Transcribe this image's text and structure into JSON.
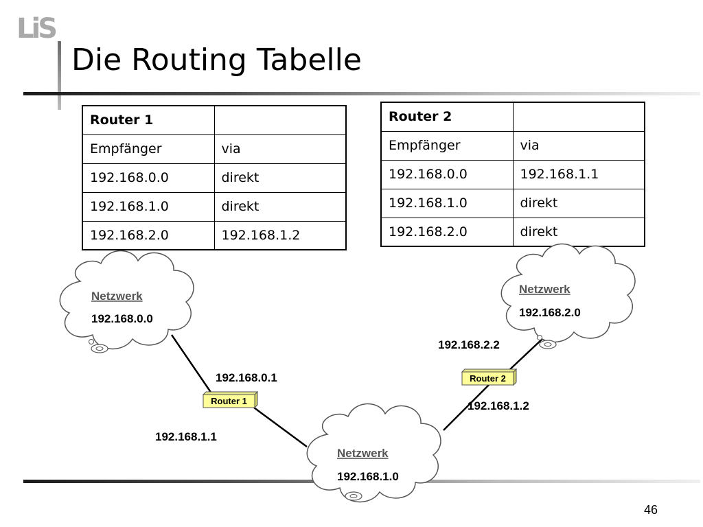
{
  "slide": {
    "logo_text": "LiS",
    "title": "Die Routing Tabelle",
    "page_number": "46"
  },
  "tables": [
    {
      "header": [
        "Router 1",
        ""
      ],
      "rows": [
        [
          "Empfänger",
          "via"
        ],
        [
          "192.168.0.0",
          "direkt"
        ],
        [
          "192.168.1.0",
          "direkt"
        ],
        [
          "192.168.2.0",
          "192.168.1.2"
        ]
      ]
    },
    {
      "header": [
        "Router 2",
        ""
      ],
      "rows": [
        [
          "Empfänger",
          "via"
        ],
        [
          "192.168.0.0",
          "192.168.1.1"
        ],
        [
          "192.168.1.0",
          "direkt"
        ],
        [
          "192.168.2.0",
          "direkt"
        ]
      ]
    }
  ],
  "diagram": {
    "networks": [
      {
        "label": "Netzwerk",
        "address": "192.168.0.0"
      },
      {
        "label": "Netzwerk",
        "address": "192.168.1.0"
      },
      {
        "label": "Netzwerk",
        "address": "192.168.2.0"
      }
    ],
    "routers": [
      {
        "label": "Router 1"
      },
      {
        "label": "Router 2"
      }
    ],
    "interfaces": {
      "r1_net0": "192.168.0.1",
      "r1_net1": "192.168.1.1",
      "r2_net1": "192.168.1.2",
      "r2_net2": "192.168.2.2"
    },
    "colors": {
      "router_fill": "#ffff99",
      "network_label": "#555555",
      "cloud_stroke": "#555555"
    }
  }
}
